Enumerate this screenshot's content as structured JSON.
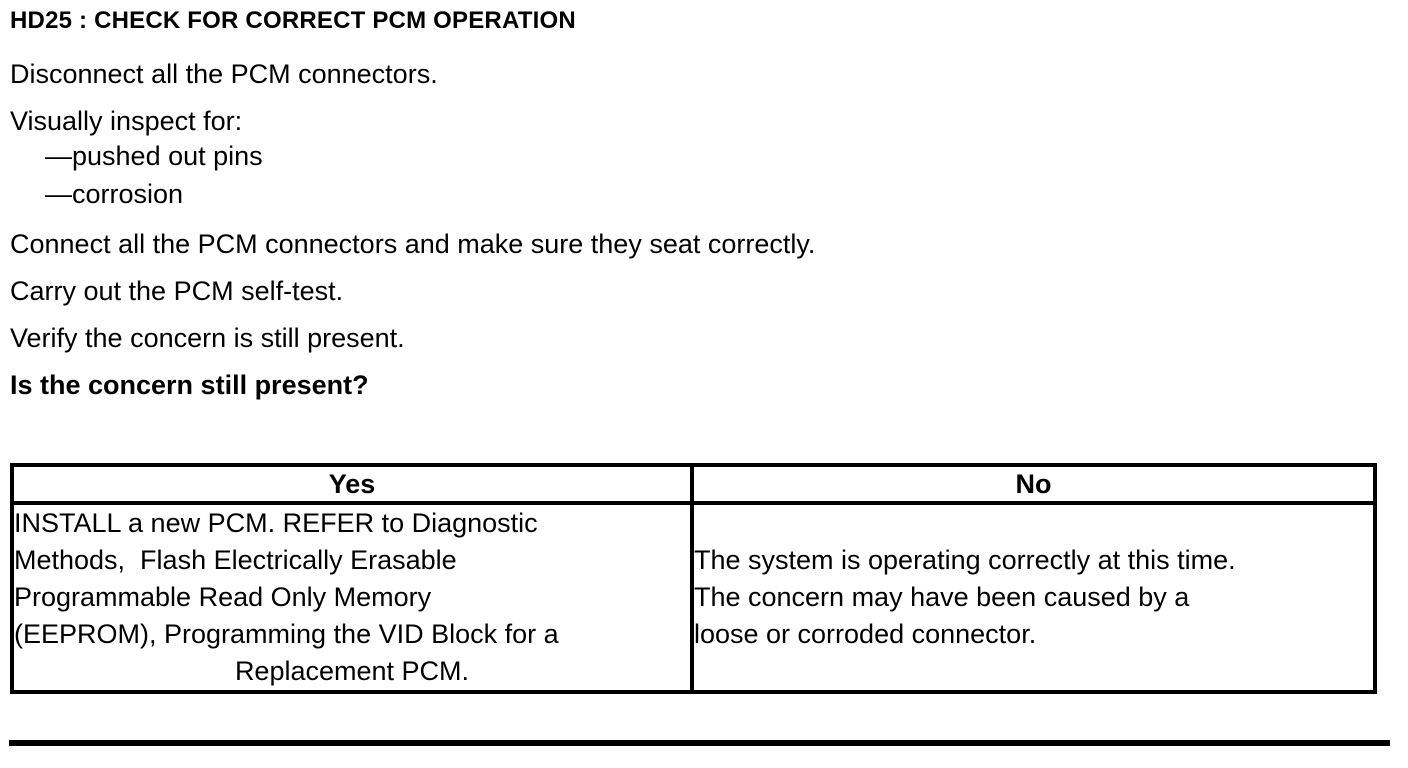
{
  "doc": {
    "title": "HD25 : CHECK FOR CORRECT PCM OPERATION",
    "steps": {
      "disconnect": "Disconnect all the PCM connectors.",
      "inspect_heading": "Visually inspect for:",
      "inspect_items": [
        "—pushed out pins",
        "—corrosion"
      ],
      "connect": "Connect all the PCM connectors and make sure they seat correctly.",
      "selftest": "Carry out the PCM self-test.",
      "verify": "Verify the concern is still present.",
      "question": "Is the concern still present?"
    },
    "result_table": {
      "headers": [
        "Yes",
        "No"
      ],
      "yes_lines": [
        "INSTALL a new PCM. REFER to Diagnostic",
        "Methods,  Flash Electrically Erasable",
        "Programmable Read Only Memory",
        "(EEPROM), Programming the VID Block for a",
        "Replacement PCM."
      ],
      "no_lines": [
        "The system is operating correctly at this time.",
        "The concern may have been caused by a",
        "loose or corroded connector."
      ]
    },
    "colors": {
      "text": "#000000",
      "background": "#ffffff",
      "border": "#000000"
    }
  }
}
